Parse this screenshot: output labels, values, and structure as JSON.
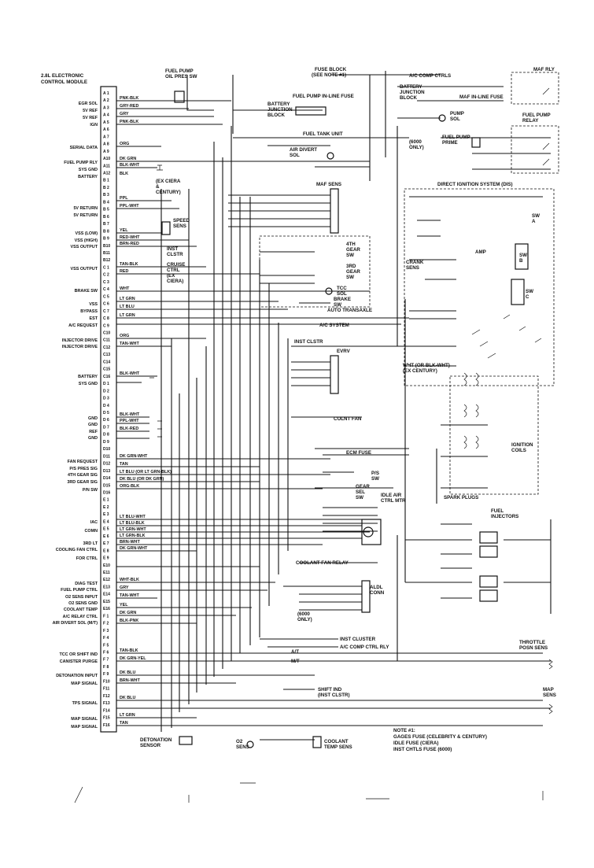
{
  "ecm": {
    "title": [
      "2.8L ELECTRONIC",
      "CONTROL MODULE"
    ],
    "left_labels": [
      "EGR SOL",
      "5V REF",
      "5V REF",
      "IGN",
      "SERIAL DATA",
      "FUEL PUMP RLY",
      "SYS GND",
      "BATTERY",
      "5V RETURN",
      "5V RETURN",
      "VSS (LOW)",
      "VSS (HIGH)",
      "VSS OUTPUT",
      "VSS OUTPUT",
      "BRAKE SW",
      "VSS",
      "BYPASS",
      "EST",
      "A/C REQUEST",
      "INJECTOR DRIVE",
      "INJECTOR DRIVE",
      "BATTERY",
      "SYS GND",
      "GND",
      "GND",
      "REF",
      "GND",
      "FAN REQUEST",
      "P/S PRES SIG",
      "4TH GEAR SIG",
      "3RD GEAR SIG",
      "P/N SW",
      "IAC",
      "COMN",
      "3RD LT",
      "COOLING FAN CTRL",
      "FOR CTRL",
      "DIAG TEST",
      "FUEL PUMP CTRL",
      "O2 SENS INPUT",
      "O2 SENS GND",
      "COOLANT TEMP",
      "A/C RELAY CTRL",
      "AIR DIVERT SOL (M/T)",
      "TCC OR SHIFT IND",
      "CANISTER PURGE",
      "DETONATION INPUT",
      "MAP SIGNAL",
      "TPS SIGNAL",
      "MAP SIGNAL",
      "MAP SIGNAL"
    ],
    "pins": [
      "A 1",
      "A 2",
      "A 3",
      "A 4",
      "A 5",
      "A 6",
      "A 7",
      "A 8",
      "A 9",
      "A10",
      "A11",
      "A12",
      "B 1",
      "B 2",
      "B 3",
      "B 4",
      "B 5",
      "B 6",
      "B 7",
      "B 8",
      "B 9",
      "B10",
      "B11",
      "B12",
      "C 1",
      "C 2",
      "C 3",
      "C 4",
      "C 5",
      "C 6",
      "C 7",
      "C 8",
      "C 9",
      "C10",
      "C11",
      "C12",
      "C13",
      "C14",
      "C15",
      "C16",
      "D 1",
      "D 2",
      "D 3",
      "D 4",
      "D 5",
      "D 6",
      "D 7",
      "D 8",
      "D 9",
      "D10",
      "D11",
      "D12",
      "D13",
      "D14",
      "D15",
      "D16",
      "E 1",
      "E 2",
      "E 3",
      "E 4",
      "E 5",
      "E 6",
      "E 7",
      "E 8",
      "E 9",
      "E10",
      "E11",
      "E12",
      "E13",
      "E14",
      "E15",
      "E16",
      "F 1",
      "F 2",
      "F 3",
      "F 4",
      "F 5",
      "F 6",
      "F 7",
      "F 8",
      "F 9",
      "F10",
      "F11",
      "F12",
      "F13",
      "F14",
      "F15",
      "F16"
    ]
  },
  "wire_labels": [
    "PNK-BLK",
    "GRY-RED",
    "GRY",
    "PNK-BLK",
    "ORG",
    "DK GRN",
    "BLK-WHT",
    "BLK",
    "PPL",
    "PPL-WHT",
    "YEL",
    "RED-WHT",
    "BRN-RED",
    "TAN-BLK",
    "RED",
    "WHT",
    "LT GRN",
    "LT BLU",
    "LT GRN",
    "ORG",
    "TAN-WHT",
    "BLK-WHT",
    "BLK-WHT",
    "PPL-WHT",
    "BLK-RED",
    "DK GRN-WHT",
    "TAN",
    "LT BLU (OR LT GRN-BLK)",
    "DK BLU (OR DK GRN)",
    "ORG-BLK",
    "LT BLU-WHT",
    "LT BLU-BLK",
    "LT GRN-WHT",
    "LT GRN-BLK",
    "BRN-WHT",
    "DK GRN-WHT",
    "WHT-BLK",
    "GRY",
    "TAN-WHT",
    "YEL",
    "DK GRN",
    "BLK-PNK",
    "TAN-BLK",
    "DK GRN-YEL",
    "DK BLU",
    "BRN-WHT",
    "DK BLU",
    "LT GRN",
    "TAN"
  ],
  "components": {
    "fuel_pump_oil_pres": [
      "FUEL PUMP",
      "OIL PRES SW"
    ],
    "fuse_block": "FUSE BLOCK",
    "see_note": "(SEE NOTE #1)",
    "ac_comp_ctrls": "A/C COMP CTRLS",
    "fuel_pump_inline_fuse": "FUEL PUMP IN-LINE FUSE",
    "battery_junction_block": [
      "BATTERY",
      "JUNCTION",
      "BLOCK"
    ],
    "battery_junction_block_2": [
      "BATTERY",
      "JUNCTION",
      "BLOCK"
    ],
    "map_inline_fuse": "MAF IN-LINE FUSE",
    "maf_rly": "MAF RLY",
    "fuel_tank_unit": "FUEL TANK UNIT",
    "air_divert_sol": [
      "AIR DIVERT",
      "SOL"
    ],
    "pump_sol": [
      "PUMP",
      "SOL"
    ],
    "only_6000": [
      "(6000",
      "ONLY)"
    ],
    "fuel_pump_prime": [
      "FUEL PUMP",
      "PRIME"
    ],
    "fuel_pump_relay": [
      "FUEL PUMP",
      "RELAY"
    ],
    "maf_sens": "MAF SENS",
    "ex_ciera_century": [
      "(EX CIERA",
      "&",
      "CENTURY)"
    ],
    "speed_sens": [
      "SPEED",
      "SENS"
    ],
    "inst_clstr": [
      "INST",
      "CLSTR"
    ],
    "cruise_ctrl": [
      "CRUISE",
      "CTRL",
      "(EX",
      "CIERA)"
    ],
    "fourth_gear_sw": [
      "4TH",
      "GEAR",
      "SW"
    ],
    "third_gear_sw": [
      "3RD",
      "GEAR",
      "SW"
    ],
    "tcc_sol": [
      "TCC",
      "SOL"
    ],
    "brake_sw": [
      "BRAKE",
      "SW"
    ],
    "auto_transaxle": "AUTO TRANSAXLE",
    "ac_system": "A/C SYSTEM",
    "direct_ignition": "DIRECT IGNITION SYSTEM (DIS)",
    "crank_sens": [
      "CRANK",
      "SENS"
    ],
    "amp": "AMP",
    "sw_a": [
      "SW",
      "A"
    ],
    "sw_b": [
      "SW",
      "B"
    ],
    "sw_c": [
      "SW",
      "C"
    ],
    "evrv": "EVRV",
    "inst_clstr_2": "INST CLSTR",
    "wht_or_blk_wht": [
      "WHT (OR BLK-WHT)",
      "(EX CENTURY)"
    ],
    "colnt_fan": "COLNT FAN",
    "ecm_fuse": "ECM FUSE",
    "ps_sw": [
      "P/S",
      "SW"
    ],
    "gear_sel_sw": [
      "GEAR",
      "SEL",
      "SW"
    ],
    "ignition_coils": [
      "IGNITION",
      "COILS"
    ],
    "spark_plugs": "SPARK PLUGS",
    "idle_air_ctrl_mtr": [
      "IDLE AIR",
      "CTRL MTR"
    ],
    "fuel_injectors": [
      "FUEL",
      "INJECTORS"
    ],
    "coolant_fan_relay": "COOLANT FAN RELAY",
    "aldl_conn": [
      "ALDL",
      "CONN"
    ],
    "only_6000_b": [
      "(6000",
      "ONLY)"
    ],
    "inst_cluster_3": "INST CLUSTER",
    "ac_comp_ctrl_rly": "A/C COMP CTRL RLY",
    "throttle_posn_sens": [
      "THROTTLE",
      "POSN SENS"
    ],
    "shift_ind": [
      "SHIFT IND",
      "(INST CLSTR)"
    ],
    "map_sens": [
      "MAP",
      "SENS"
    ],
    "detonation_sensor": [
      "DETONATION",
      "SENSOR"
    ],
    "o2_sens": [
      "O2",
      "SENS"
    ],
    "coolant_temp_sens": [
      "COOLANT",
      "TEMP SENS"
    ],
    "note": [
      "NOTE #1:",
      "GAGES FUSE (CELEBRITY & CENTURY)",
      "IDLE FUSE (CIERA)",
      "INST CHTLS FUSE (6000)"
    ],
    "at": "A/T",
    "mt": "M/T"
  },
  "colors": {
    "ink": "#111111",
    "paper": "#ffffff"
  }
}
